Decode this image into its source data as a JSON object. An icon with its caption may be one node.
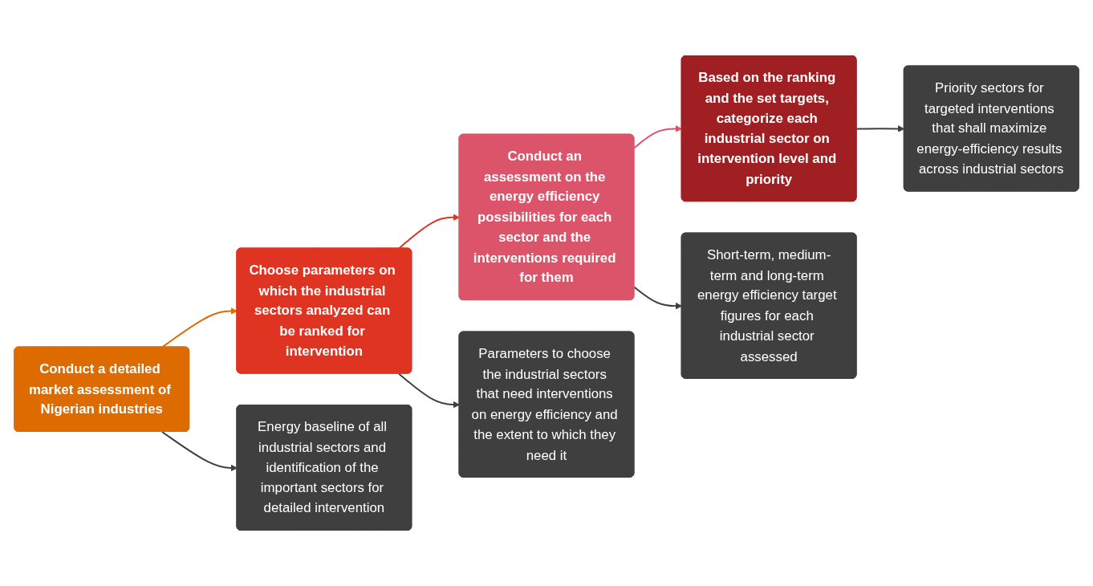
{
  "diagram": {
    "nodes": [
      {
        "text": [
          "Conduct a detailed market assessment of Nigerian industries"
        ]
      },
      {
        "text": [
          "Choose parameters on which the industrial sectors analyzed can be ranked for intervention"
        ]
      },
      {
        "text": [
          "Conduct an assessment on the energy efficiency possibilities for each sector and the interventions required for them"
        ]
      },
      {
        "text": [
          "Based on the ranking and the set targets, categorize each industrial sector on intervention level and priority"
        ]
      },
      {
        "text": [
          "Energy baseline of all industrial sectors and identification of the important sectors for detailed intervention"
        ]
      },
      {
        "text": [
          "Parameters to choose the industrial sectors that need interventions on energy efficiency and the extent to which they need it"
        ]
      },
      {
        "text": [
          "Short-term, medium-term and long-term energy efficiency target figures for each industrial sector assessed"
        ]
      },
      {
        "text": [
          "Priority sectors for targeted interventions that shall maximize energy-efficiency results across industrial sectors"
        ]
      }
    ],
    "edges": [
      {
        "from": 0,
        "to": 1,
        "arrow": "to",
        "color": "#de6b00"
      },
      {
        "from": 1,
        "to": 2,
        "arrow": "to",
        "color": "#de3421"
      },
      {
        "from": 2,
        "to": 3,
        "arrow": "to",
        "color": "#dc546a"
      },
      {
        "from": 0,
        "to": 4,
        "arrow": "to"
      },
      {
        "from": 1,
        "to": 5,
        "arrow": "to"
      },
      {
        "from": 2,
        "to": 6,
        "arrow": "to"
      },
      {
        "from": 3,
        "to": 7,
        "arrow": "to"
      }
    ]
  }
}
